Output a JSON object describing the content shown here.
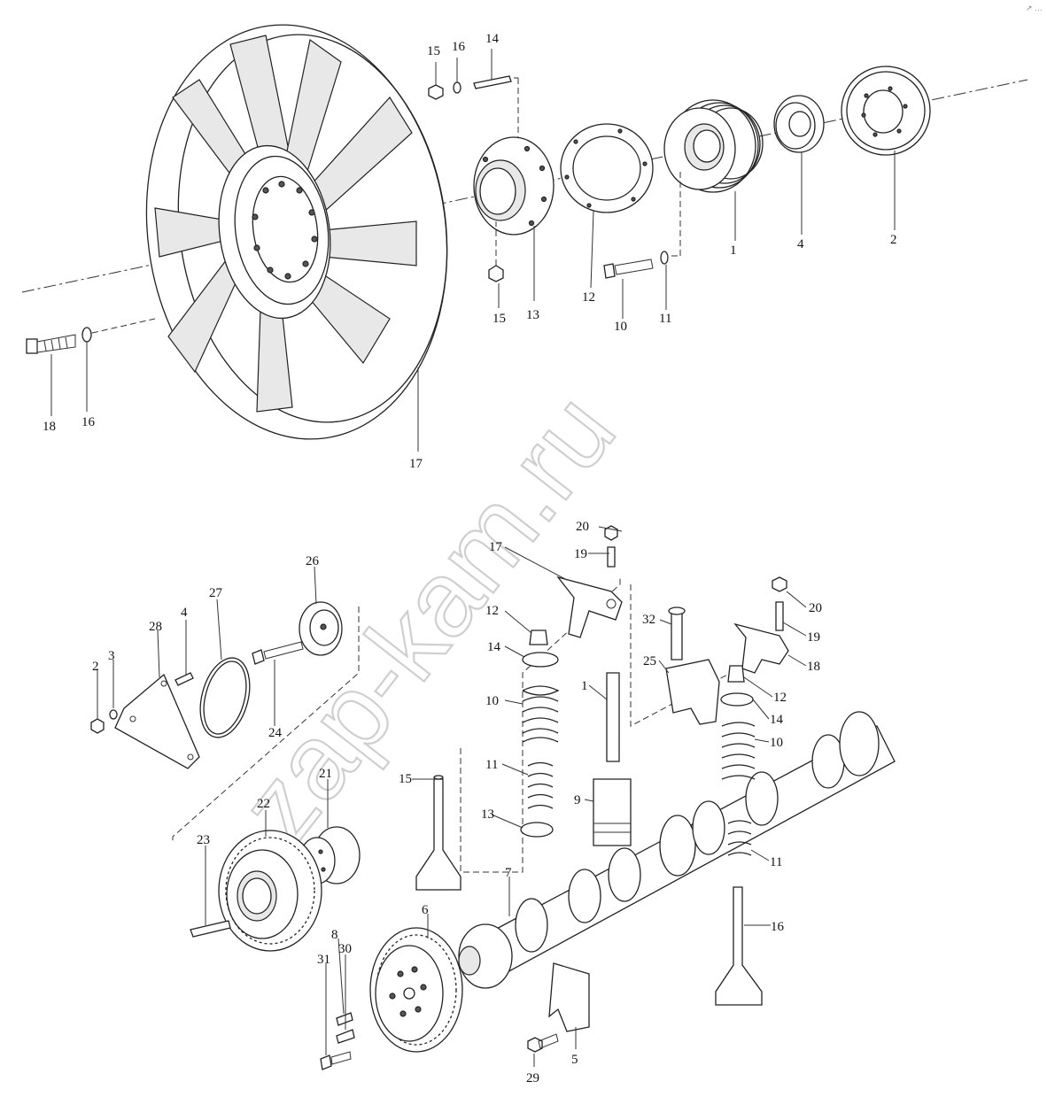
{
  "watermark": "zap-kam.ru",
  "corner_mark": "↗ …",
  "upper_group": {
    "labels": {
      "p1": "1",
      "p2": "2",
      "p4": "4",
      "p10": "10",
      "p11": "11",
      "p12": "12",
      "p13": "13",
      "p14": "14",
      "p15a": "15",
      "p15b": "15",
      "p16a": "16",
      "p16b": "16",
      "p17": "17",
      "p18": "18"
    }
  },
  "lower_group": {
    "labels": {
      "p1": "1",
      "p2": "2",
      "p3": "3",
      "p4": "4",
      "p5": "5",
      "p6": "6",
      "p7": "7",
      "p8": "8",
      "p9": "9",
      "p10a": "10",
      "p10b": "10",
      "p11a": "11",
      "p11b": "11",
      "p12a": "12",
      "p12b": "12",
      "p13": "13",
      "p14a": "14",
      "p14b": "14",
      "p15": "15",
      "p16": "16",
      "p17": "17",
      "p18": "18",
      "p19a": "19",
      "p19b": "19",
      "p20a": "20",
      "p20b": "20",
      "p21": "21",
      "p22": "22",
      "p23": "23",
      "p24": "24",
      "p25": "25",
      "p26": "26",
      "p27": "27",
      "p28": "28",
      "p29": "29",
      "p30": "30",
      "p31": "31",
      "p32": "32"
    }
  }
}
